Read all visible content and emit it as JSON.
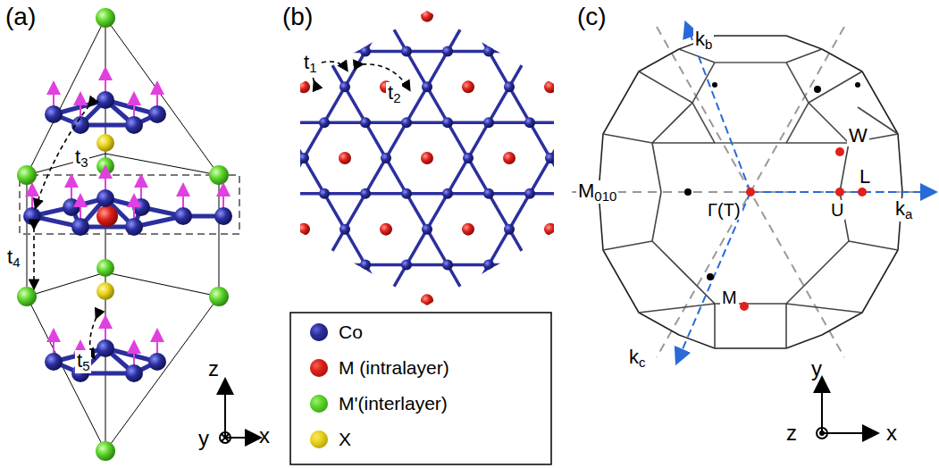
{
  "diagram": {
    "labels": [
      "(a)",
      "(b)",
      "(c)",
      "t3",
      "t4",
      "t5",
      "z",
      "y",
      "x",
      "t1",
      "t2",
      "kb",
      "W",
      "Γ(T)",
      "U",
      "L",
      "ka",
      "M010",
      "M",
      "kc",
      "y",
      "x",
      "z"
    ],
    "legend": [
      {
        "text": "Co",
        "color": "#2b2f9e"
      },
      {
        "text": "M (intralayer)",
        "color": "#e0201a"
      },
      {
        "text": "M'(interlayer)",
        "color": "#5cd62a"
      },
      {
        "text": "X",
        "color": "#e8d21a"
      }
    ]
  }
}
